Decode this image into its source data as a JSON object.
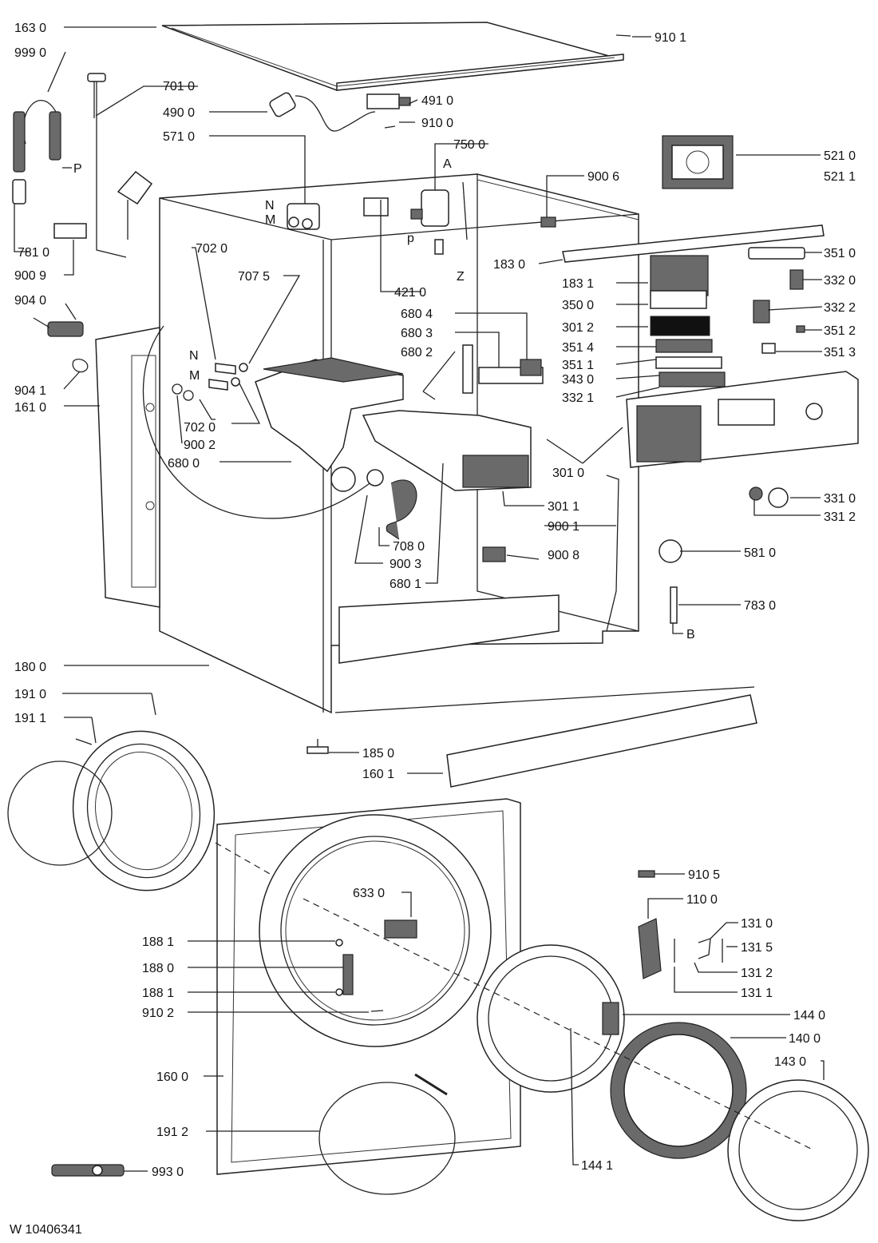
{
  "footer": {
    "code": "W 10406341"
  },
  "callouts": {
    "c1630": "163 0",
    "c9990": "999 0",
    "c7010": "701 0",
    "c4900": "490 0",
    "c5710": "571 0",
    "c9101": "910 1",
    "c4910": "491 0",
    "c9100": "910 0",
    "c7500": "750 0",
    "c9006": "900 6",
    "c5210": "521 0",
    "c5211": "521 1",
    "cP": "P",
    "cp": "p",
    "cA": "A",
    "cN1": "N",
    "cM1": "M",
    "cZ": "Z",
    "c7810": "781 0",
    "c9009": "900 9",
    "c7020a": "702 0",
    "c7075": "707 5",
    "c4210": "421 0",
    "c1830": "183 0",
    "c1831": "183 1",
    "c3510": "351 0",
    "c3320": "332 0",
    "c3500": "350 0",
    "c3322": "332 2",
    "c3012": "301 2",
    "c3512": "351 2",
    "c6804": "680 4",
    "c6803": "680 3",
    "c6802": "680 2",
    "c3514": "351 4",
    "c3513": "351 3",
    "c3511": "351 1",
    "c3430": "343 0",
    "c3321": "332 1",
    "c9040": "904 0",
    "c9041": "904 1",
    "c1610": "161 0",
    "cN2": "N",
    "cM2": "M",
    "c7020b": "702 0",
    "c9002": "900 2",
    "c6800": "680 0",
    "c3010": "301 0",
    "c3011": "301 1",
    "c3310": "331 0",
    "c3312": "331 2",
    "c7080": "708 0",
    "c9003": "900 3",
    "c6801": "680 1",
    "c9001": "900 1",
    "c9008": "900 8",
    "c5810": "581 0",
    "c7830": "783 0",
    "cB": "B",
    "c1800": "180 0",
    "c1910": "191 0",
    "c1911": "191 1",
    "c1850": "185 0",
    "c1601": "160 1",
    "c9105": "910 5",
    "c6330": "633 0",
    "c1100": "110 0",
    "c1310": "131 0",
    "c1315": "131 5",
    "c1312": "131 2",
    "c1311": "131 1",
    "c1881a": "188 1",
    "c1880": "188 0",
    "c1881b": "188 1",
    "c9102": "910 2",
    "c1440": "144 0",
    "c1400": "140 0",
    "c1430": "143 0",
    "c1600": "160 0",
    "c1912": "191 2",
    "c9930": "993 0",
    "c1441": "144 1"
  }
}
